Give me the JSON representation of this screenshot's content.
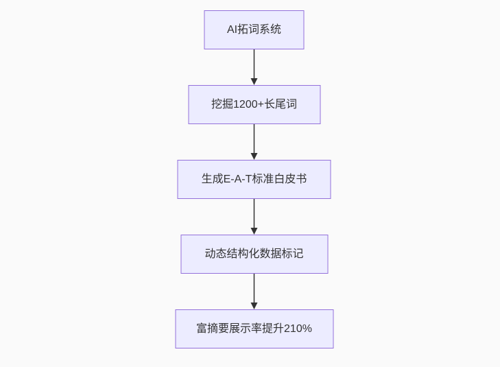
{
  "flowchart": {
    "type": "flowchart-top-down",
    "nodes": [
      {
        "label": "AI拓词系统"
      },
      {
        "label": "挖掘1200+长尾词"
      },
      {
        "label": "生成E-A-T标准白皮书"
      },
      {
        "label": "动态结构化数据标记"
      },
      {
        "label": "富摘要展示率提升210%"
      }
    ],
    "edges": [
      {
        "from": "AI拓词系统",
        "to": "挖掘1200+长尾词",
        "direction": "down"
      },
      {
        "from": "挖掘1200+长尾词",
        "to": "生成E-A-T标准白皮书",
        "direction": "down"
      },
      {
        "from": "生成E-A-T标准白皮书",
        "to": "动态结构化数据标记",
        "direction": "down"
      },
      {
        "from": "动态结构化数据标记",
        "to": "富摘要展示率提升210%",
        "direction": "down"
      }
    ],
    "colors": {
      "node_fill": "#ECECFF",
      "node_border": "#9370DB",
      "node_text": "#333333",
      "arrow": "#333333",
      "background": "#FAFAFA"
    }
  }
}
